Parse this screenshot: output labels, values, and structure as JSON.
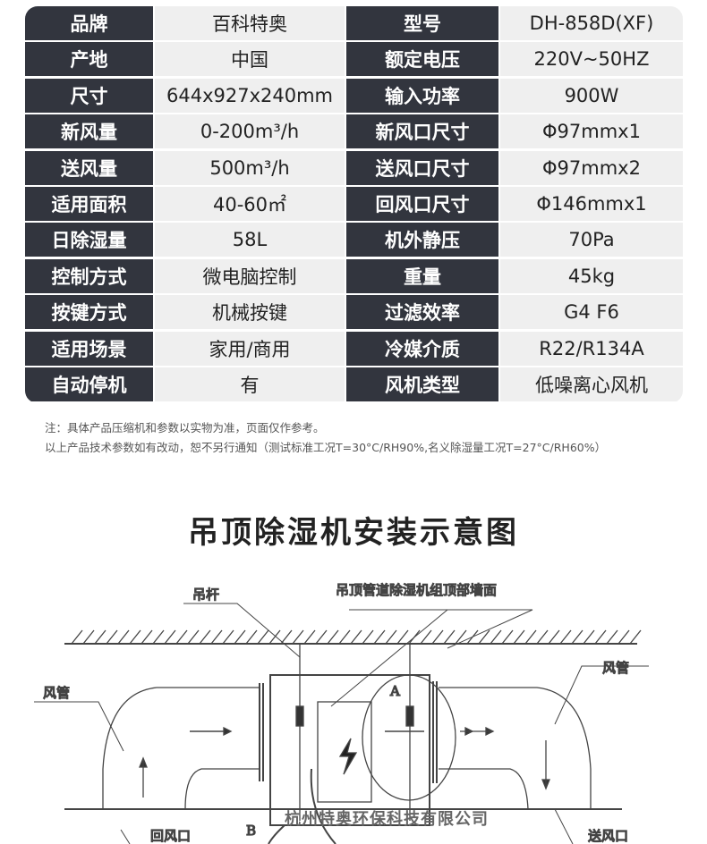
{
  "specs": [
    [
      "品牌",
      "百科特奥",
      "型号",
      "DH-858D(XF)"
    ],
    [
      "产地",
      "中国",
      "额定电压",
      "220V~50HZ"
    ],
    [
      "尺寸",
      "644x927x240mm",
      "输入功率",
      "900W"
    ],
    [
      "新风量",
      "0-200m³/h",
      "新风口尺寸",
      "Φ97mmx1"
    ],
    [
      "送风量",
      "500m³/h",
      "送风口尺寸",
      "Φ97mmx2"
    ],
    [
      "适用面积",
      "40-60㎡",
      "回风口尺寸",
      "Φ146mmx1"
    ],
    [
      "日除湿量",
      "58L",
      "机外静压",
      "70Pa"
    ],
    [
      "控制方式",
      "微电脑控制",
      "重量",
      "45kg"
    ],
    [
      "按键方式",
      "机械按键",
      "过滤效率",
      "G4  F6"
    ],
    [
      "适用场景",
      "家用/商用",
      "冷媒介质",
      "R22/R134A"
    ],
    [
      "自动停机",
      "有",
      "风机类型",
      "低噪离心风机"
    ]
  ],
  "notes": [
    "注：具体产品压缩机和参数以实物为准，页面仅作参考。",
    "以上产品技术参数如有改动，恕不另行通知（测试标准工况T=30°C/RH90%,名义除湿量工况T=27°C/RH60%）"
  ],
  "diagram": {
    "title": "吊顶除湿机安装示意图",
    "labels": {
      "rod": "吊杆",
      "unit_top": "吊顶管道除湿机组顶部墙面",
      "duct_left": "风管",
      "duct_right": "风管",
      "return": "回风口",
      "supply": "送风口",
      "a": "A",
      "b": "B"
    },
    "watermark": "杭州特奥环保科技有限公司"
  }
}
